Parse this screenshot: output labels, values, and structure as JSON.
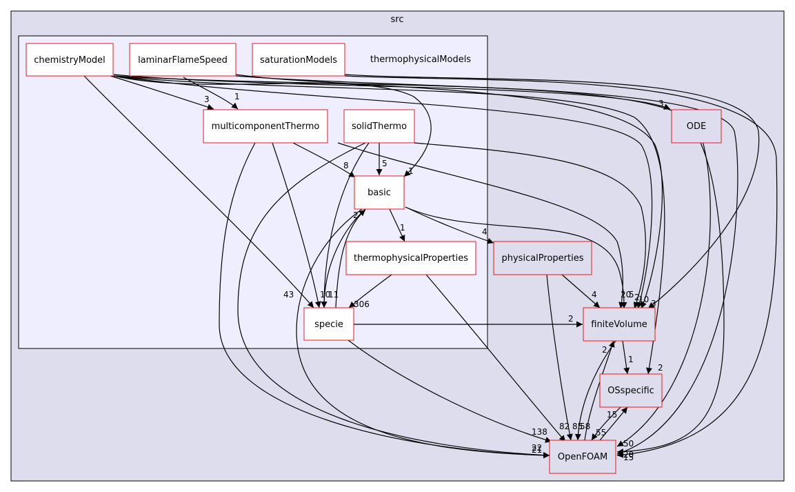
{
  "clusters": {
    "outer": "src",
    "inner": "thermophysicalModels"
  },
  "nodes": {
    "chemistryModel": "chemistryModel",
    "laminarFlameSpeed": "laminarFlameSpeed",
    "saturationModels": "saturationModels",
    "multicomponentThermo": "multicomponentThermo",
    "solidThermo": "solidThermo",
    "basic": "basic",
    "thermophysicalProperties": "thermophysicalProperties",
    "specie": "specie",
    "physicalProperties": "physicalProperties",
    "finiteVolume": "finiteVolume",
    "ODE": "ODE",
    "OSspecific": "OSspecific",
    "OpenFOAM": "OpenFOAM"
  },
  "edge_labels": {
    "chem_multi": "3",
    "lfs_multi": "1",
    "chem_ode": "3",
    "chem_basic": "1",
    "multi_basic": "8",
    "solid_basic": "5",
    "chem_specie": "43",
    "basic_tprops": "1",
    "basic_pprops": "4",
    "specie_basic": "2",
    "tprops_specie": "306",
    "specie_in_a": "10",
    "specie_in_b": "11",
    "specie_fv": "2",
    "pprops_fv": "4",
    "fv_in_a": "20",
    "fv_in_b": "5",
    "fv_in_c": "2",
    "fv_in_d": "10",
    "fv_in_e": "3",
    "fv_osspecific": "1",
    "openfoam_fv": "2",
    "chem_osspecific": "2",
    "openfoam_osspecific": "15",
    "of_in_22": "22",
    "of_in_21": "21",
    "of_in_138": "138",
    "of_in_82": "82",
    "of_in_85": "85",
    "of_in_58": "58",
    "of_in_55": "55",
    "of_in_50": "50",
    "of_in_20": "20",
    "of_in_15": "15"
  },
  "colors": {
    "outer_fill": "#dddded",
    "inner_fill": "#eeeeff",
    "node_border": "#e41a1c",
    "node_fill_white": "#ffffff",
    "node_fill_gray": "#dddded",
    "edge": "#000000"
  }
}
